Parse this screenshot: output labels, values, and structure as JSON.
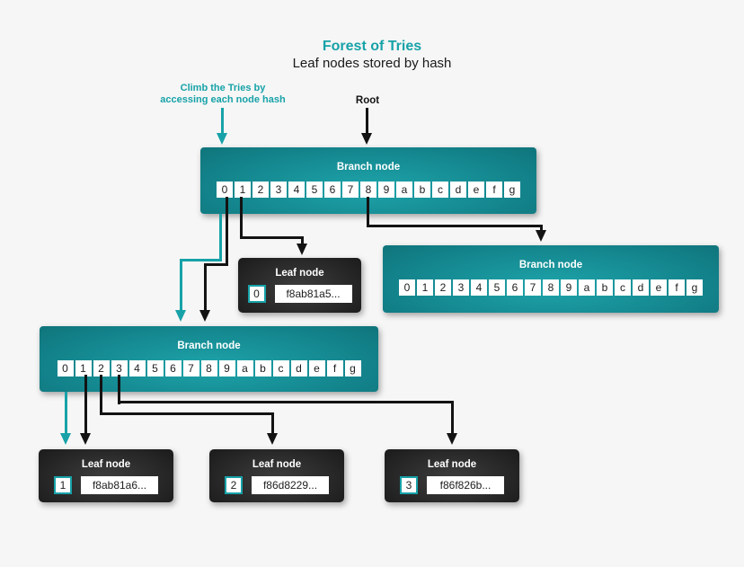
{
  "header": {
    "title": "Forest of Tries",
    "subtitle": "Leaf nodes stored by hash"
  },
  "annotations": {
    "climb_line1": "Climb the Tries by",
    "climb_line2": "accessing each node hash",
    "root": "Root"
  },
  "branch_nodes": [
    {
      "id": "top",
      "label": "Branch node",
      "cells": [
        "0",
        "1",
        "2",
        "3",
        "4",
        "5",
        "6",
        "7",
        "8",
        "9",
        "a",
        "b",
        "c",
        "d",
        "e",
        "f",
        "g"
      ]
    },
    {
      "id": "right",
      "label": "Branch node",
      "cells": [
        "0",
        "1",
        "2",
        "3",
        "4",
        "5",
        "6",
        "7",
        "8",
        "9",
        "a",
        "b",
        "c",
        "d",
        "e",
        "f",
        "g"
      ]
    },
    {
      "id": "left",
      "label": "Branch node",
      "cells": [
        "0",
        "1",
        "2",
        "3",
        "4",
        "5",
        "6",
        "7",
        "8",
        "9",
        "a",
        "b",
        "c",
        "d",
        "e",
        "f",
        "g"
      ]
    }
  ],
  "leaf_nodes": [
    {
      "id": "leaf-0",
      "label": "Leaf node",
      "index": "0",
      "hash": "f8ab81a5..."
    },
    {
      "id": "leaf-1",
      "label": "Leaf node",
      "index": "1",
      "hash": "f8ab81a6..."
    },
    {
      "id": "leaf-2",
      "label": "Leaf node",
      "index": "2",
      "hash": "f86d8229..."
    },
    {
      "id": "leaf-3",
      "label": "Leaf node",
      "index": "3",
      "hash": "f86f826b..."
    }
  ],
  "colors": {
    "accent": "#17A2A8",
    "line": "#131313",
    "background": "#F6F6F6",
    "branch_light": "#1EA4AA",
    "branch_mid": "#13838B",
    "branch_dark": "#0D686E",
    "leaf_light": "#3E3E3E",
    "leaf_mid": "#232323",
    "leaf_dark": "#121212"
  }
}
